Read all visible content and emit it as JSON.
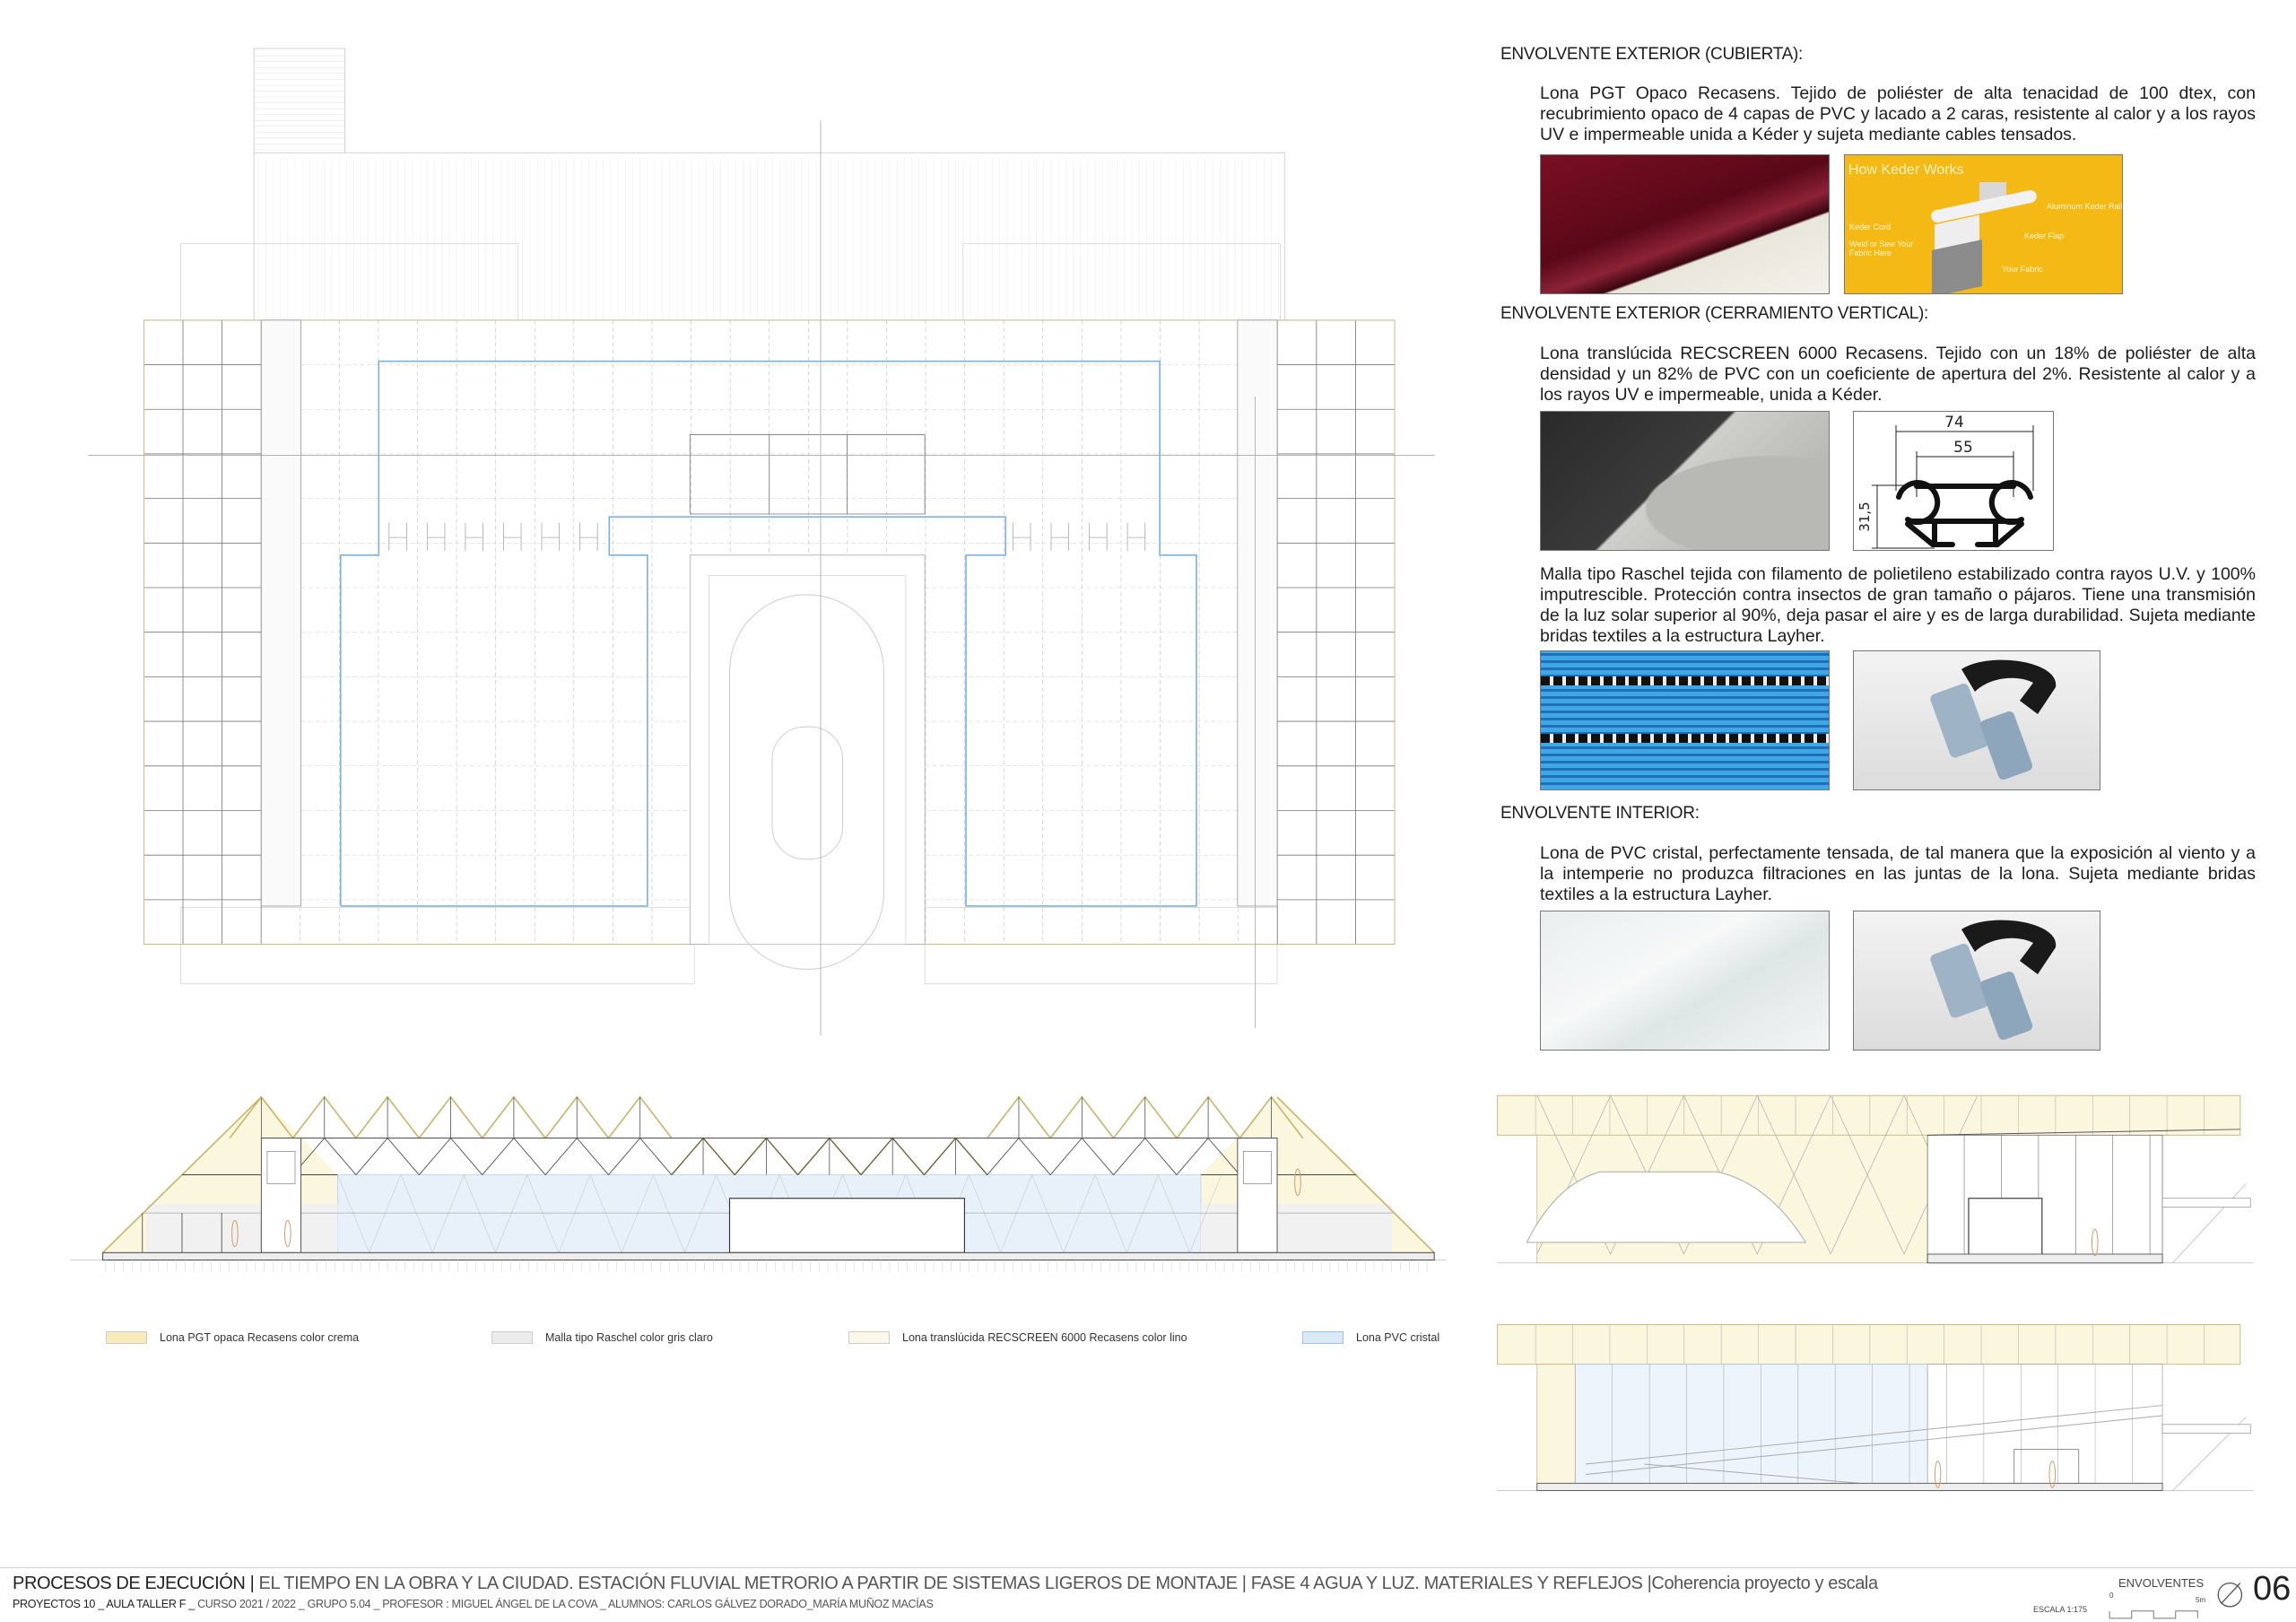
{
  "sections": [
    {
      "heading": "ENVOLVENTE EXTERIOR (CUBIERTA):",
      "paragraph": "Lona PGT Opaco Recasens. Tejido de poliéster de alta tenacidad de 100 dtex, con recubrimiento opaco de 4 capas de PVC y lacado a 2 caras, resistente al calor y a los rayos UV e impermeable unida a Kéder y sujeta mediante cables tensados."
    },
    {
      "heading": "ENVOLVENTE EXTERIOR (CERRAMIENTO VERTICAL):",
      "paragraph": "Lona translúcida RECSCREEN 6000 Recasens. Tejido con un 18% de poliéster de alta densidad y un 82% de PVC con un coeficiente de apertura del 2%. Resistente al calor y a los rayos UV e impermeable, unida a Kéder.",
      "paragraph2": "Malla tipo Raschel tejida con filamento de polietileno estabilizado contra rayos U.V. y 100% imputrescible. Protección contra insectos de gran tamaño o pájaros. Tiene una transmisión de la luz solar superior al 90%, deja pasar el aire y es de larga durabilidad. Sujeta mediante bridas textiles a la estructura Layher."
    },
    {
      "heading": "ENVOLVENTE INTERIOR:",
      "paragraph": "Lona de PVC cristal, perfectamente tensada, de tal manera que la exposición al viento y a la intemperie no produzca filtraciones en las juntas de la lona. Sujeta mediante bridas textiles a la estructura Layher."
    }
  ],
  "keder_image": {
    "title": "How Keder Works",
    "labels": [
      "Aluminum Keder Rail",
      "Keder Cord",
      "Keder Flap",
      "Weld or Sew Your Fabric Here",
      "Your Fabric"
    ]
  },
  "profile_image": {
    "dim_total": "74",
    "dim_inner": "55",
    "dim_height": "31,5"
  },
  "legend": [
    {
      "label": "Lona PGT opaca Recasens color crema",
      "color": "#f6ebb9"
    },
    {
      "label": "Malla tipo Raschel color gris claro",
      "color": "#ececec"
    },
    {
      "label": "Lona translúcida RECSCREEN 6000 Recasens color lino",
      "color": "#fbf8ea"
    },
    {
      "label": "Lona PVC cristal",
      "color": "#dceaf7"
    }
  ],
  "footer": {
    "title_dark": "PROCESOS DE EJECUCIÓN |",
    "title_rest": " EL TIEMPO EN LA OBRA Y LA CIUDAD. ESTACIÓN FLUVIAL METRORIO A PARTIR DE SISTEMAS LIGEROS DE MONTAJE | FASE 4 AGUA Y LUZ. MATERIALES Y REFLEJOS |Coherencia proyecto y escala",
    "subtitle_dark": "PROYECTOS 10 _ AULA TALLER F _",
    "subtitle_rest": " CURSO 2021 / 2022 _ GRUPO 5.04 _ PROFESOR : MIGUEL ÁNGEL DE LA COVA _ ALUMNOS: CARLOS GÁLVEZ DORADO_MARÍA MUÑOZ MACÍAS",
    "sheet_name": "ENVOLVENTES",
    "sheet_number": "06",
    "scale": "ESCALA 1:175",
    "scale_start": "0",
    "scale_end": "5m"
  },
  "colors": {
    "cream": "#f6ebb9",
    "lino": "#fbf8ea",
    "pvc_blue": "#7fb2e0",
    "line": "#555555"
  }
}
